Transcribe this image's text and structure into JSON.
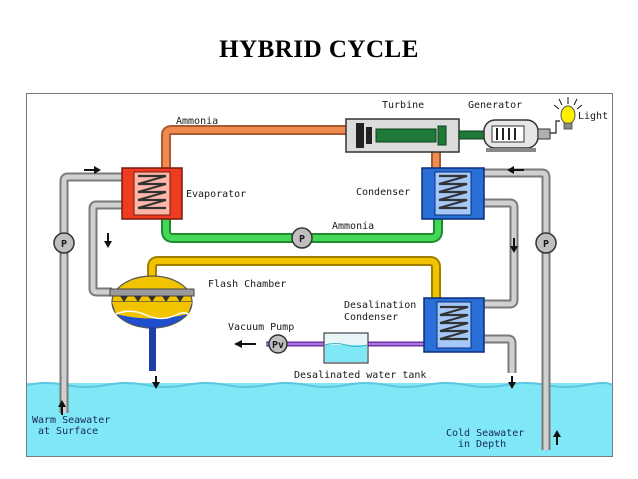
{
  "title": "HYBRID CYCLE",
  "labels": {
    "turbine": "Turbine",
    "generator": "Generator",
    "light": "Light",
    "ammonia_top": "Ammonia",
    "evaporator": "Evaporator",
    "condenser": "Condenser",
    "ammonia_bottom": "Ammonia",
    "flash_chamber": "Flash Chamber",
    "desal_condenser_1": "Desalination",
    "desal_condenser_2": "Condenser",
    "vacuum_pump": "Vacuum Pump",
    "desal_tank": "Desalinated water tank",
    "warm_sea_1": "Warm Seawater",
    "warm_sea_2": "at Surface",
    "cold_sea_1": "Cold Seawater",
    "cold_sea_2": "in Depth",
    "pump_symbol": "P",
    "vacuum_pump_symbol": "Pv"
  },
  "colors": {
    "ammonia_vapor": "#f08a50",
    "ammonia_liquid": "#44d858",
    "steam": "#f2c400",
    "seawater_pipe": "#c8c8c8",
    "evaporator": "#ef3b22",
    "condenser": "#2a6fd8",
    "sea": "#7fe7f5",
    "vacuum_line": "#9a4fd0",
    "drain": "#1f3fa8"
  }
}
